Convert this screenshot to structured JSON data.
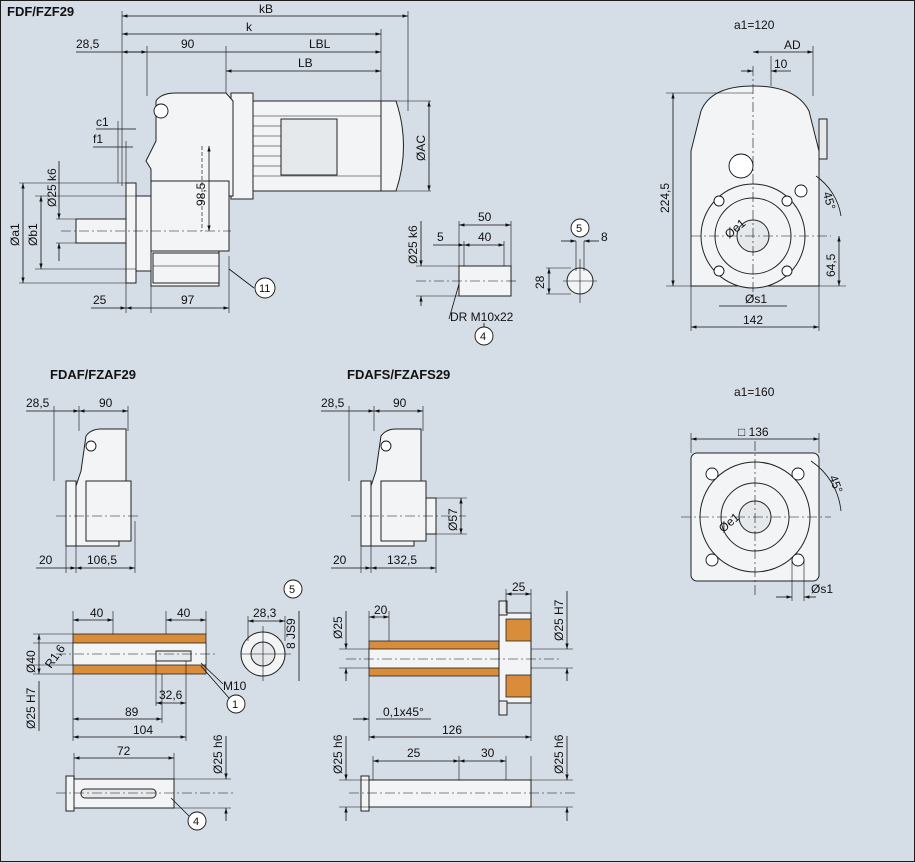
{
  "titles": {
    "top": "FDF/FZF29",
    "middle_left": "FDAF/FZAF29",
    "middle_right": "FDAFS/FZAFS29"
  },
  "flange_views": {
    "a1_120": "a1=120",
    "a1_160": "a1=160"
  },
  "dims_main": {
    "kB": "kB",
    "k": "k",
    "d28_5": "28,5",
    "d90": "90",
    "LBL": "LBL",
    "LB": "LB",
    "c1": "c1",
    "f1": "f1",
    "d25k6": "Ø25 k6",
    "a1": "Øa1",
    "b1": "Øb1",
    "d98_5": "98,5",
    "AC": "ØAC",
    "d25": "25",
    "d97": "97",
    "ref11": "11"
  },
  "dims_key": {
    "d25k6": "Ø25 k6",
    "d50": "50",
    "d5": "5",
    "d40": "40",
    "DR": "DR M10x22",
    "ref4": "4",
    "ref5": "5",
    "d8": "8",
    "d28": "28"
  },
  "dims_side": {
    "AD": "AD",
    "d10": "10",
    "d224_5": "224,5",
    "deg45": "45°",
    "e1": "Øe1",
    "d64_5": "64,5",
    "s1": "Øs1",
    "d142": "142"
  },
  "dims_fdaf": {
    "d28_5": "28,5",
    "d90": "90",
    "d20": "20",
    "d106_5": "106,5"
  },
  "dims_fdafs": {
    "d28_5": "28,5",
    "d90": "90",
    "d20": "20",
    "d132_5": "132,5",
    "d57": "Ø57"
  },
  "dims_square": {
    "d136": "□ 136",
    "deg45": "45°",
    "e1": "Øe1",
    "s1": "Øs1"
  },
  "dims_hollow": {
    "d40a": "40",
    "d40b": "40",
    "d40dia": "Ø40",
    "R1_6": "R1,6",
    "H7": "Ø25 H7",
    "d32_6": "32,6",
    "M10": "M10",
    "ref1": "1",
    "d89": "89",
    "d104": "104",
    "ref5": "5",
    "d28_3": "28,3",
    "JS9": "8 JS9"
  },
  "dims_shaft": {
    "d72": "72",
    "h6": "Ø25 h6",
    "ref4": "4"
  },
  "dims_shrink": {
    "d25top": "25",
    "d20": "20",
    "d25dia": "Ø25",
    "H7": "Ø25 H7",
    "chamfer": "0,1x45°",
    "d126": "126"
  },
  "dims_shaft2": {
    "h6a": "Ø25 h6",
    "d25": "25",
    "d30": "30",
    "h6b": "Ø25 h6"
  }
}
